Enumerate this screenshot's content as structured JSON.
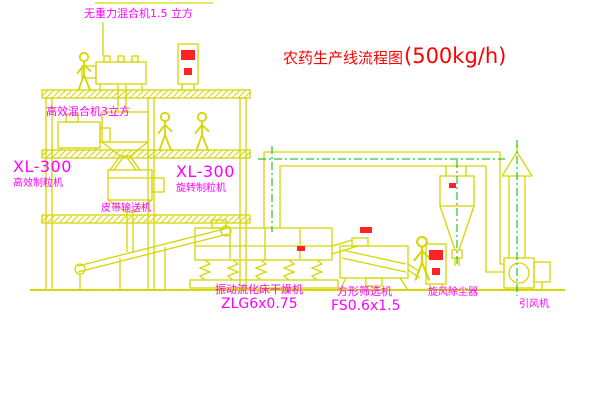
{
  "title": {
    "main": "农药生产线流程图",
    "capacity": "(500kg/h)"
  },
  "labels": {
    "top_mixer": "无重力混合机1.5 立方",
    "second_mixer": "高效混合机3立方",
    "left_granulator_model": "XL-300",
    "left_granulator_name": "高效制粒机",
    "mid_granulator_model": "XL-300",
    "mid_granulator_name": "旋转制粒机",
    "belt_conveyor": "皮带输送机",
    "dryer_name": "振动流化床干燥机",
    "dryer_model": "ZLG6x0.75",
    "sieve_name": "方形筛选机",
    "sieve_model": "FS0.6x1.5",
    "cyclone": "旋风除尘器",
    "fan": "引风机"
  },
  "colors": {
    "drawing_line": "#d6d600",
    "label_text": "#ff00ff",
    "title_text": "#ff0000",
    "accent_red": "#ff2222",
    "centerline_green": "#00b400",
    "background": "#ffffff"
  }
}
